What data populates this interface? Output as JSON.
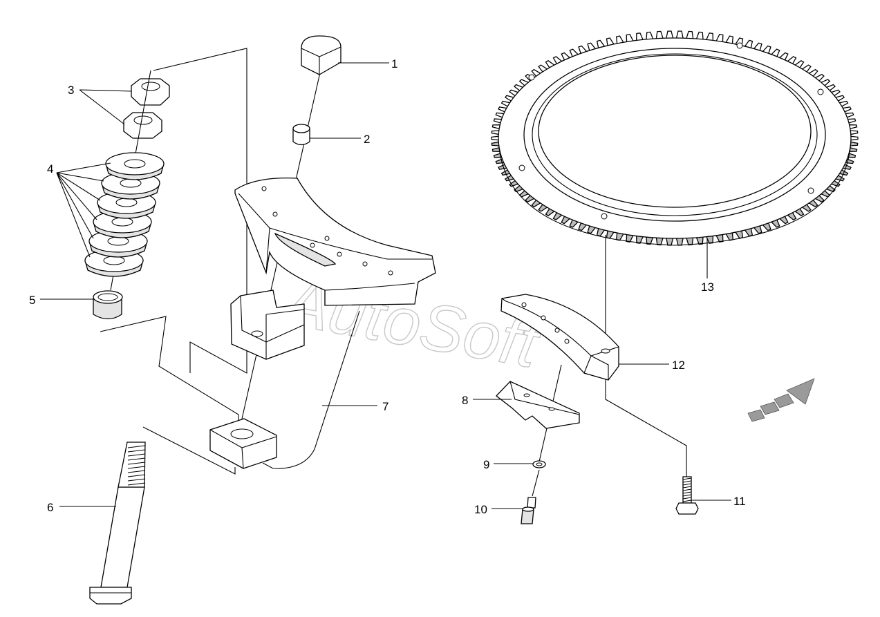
{
  "watermark": "AutoSoft",
  "callouts": [
    {
      "id": "1",
      "label": "1"
    },
    {
      "id": "2",
      "label": "2"
    },
    {
      "id": "3",
      "label": "3"
    },
    {
      "id": "4",
      "label": "4"
    },
    {
      "id": "5",
      "label": "5"
    },
    {
      "id": "6",
      "label": "6"
    },
    {
      "id": "7",
      "label": "7"
    },
    {
      "id": "8",
      "label": "8"
    },
    {
      "id": "9",
      "label": "9"
    },
    {
      "id": "10",
      "label": "10"
    },
    {
      "id": "11",
      "label": "11"
    },
    {
      "id": "12",
      "label": "12"
    },
    {
      "id": "13",
      "label": "13"
    }
  ],
  "ring_gear": {
    "teeth": 110
  },
  "colors": {
    "line": "#000000",
    "watermark": "#c8c8c8",
    "arrow": "#999999"
  }
}
